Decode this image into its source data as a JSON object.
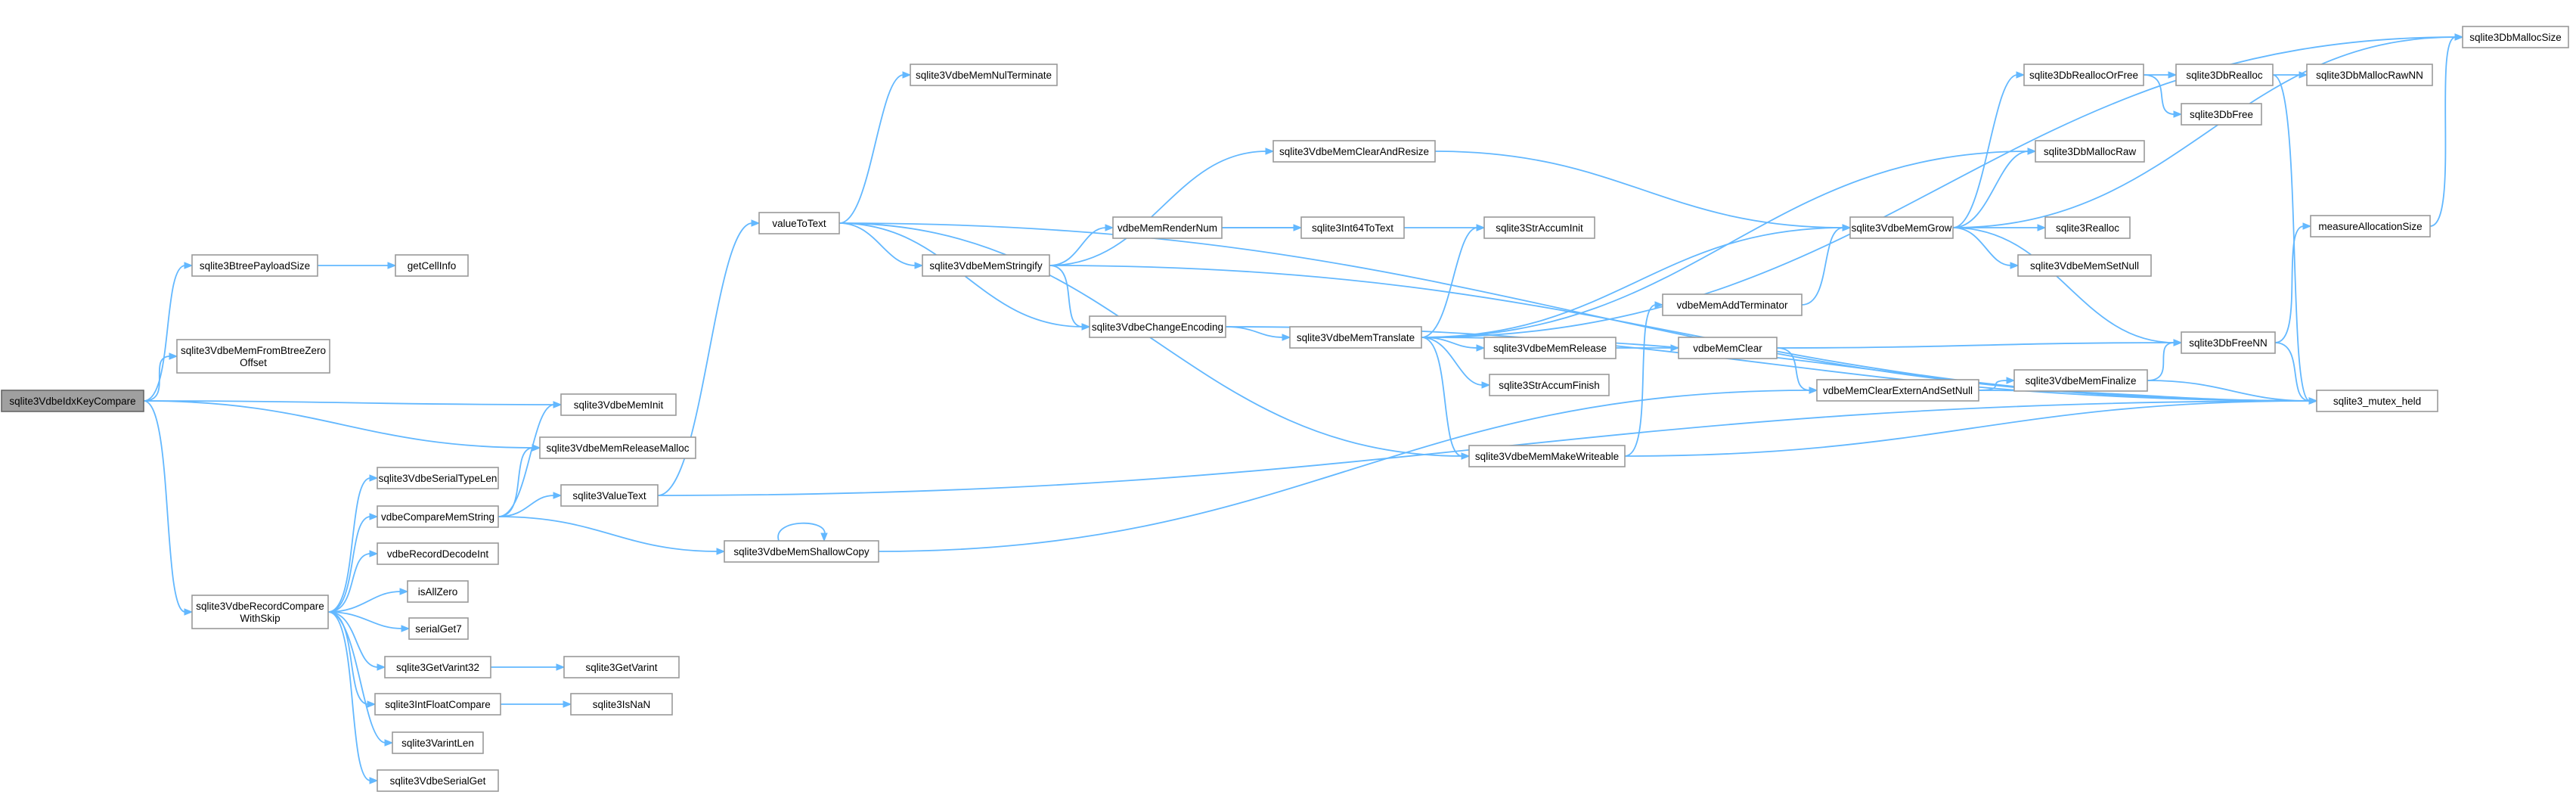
{
  "graph": {
    "title": "",
    "colors": {
      "edge": "#63b8ff",
      "node_border": "#999999",
      "root_fill": "#a0a0a0",
      "node_fill": "#ffffff"
    },
    "nodes": [
      {
        "id": "root",
        "lines": [
          "sqlite3VdbeIdxKeyCompare"
        ],
        "root": true
      },
      {
        "id": "btreePayloadSize",
        "lines": [
          "sqlite3BtreePayloadSize"
        ]
      },
      {
        "id": "getCellInfo",
        "lines": [
          "getCellInfo"
        ]
      },
      {
        "id": "memFromBtreeZero",
        "lines": [
          "sqlite3VdbeMemFromBtreeZero",
          "Offset"
        ]
      },
      {
        "id": "memInit",
        "lines": [
          "sqlite3VdbeMemInit"
        ]
      },
      {
        "id": "memReleaseMalloc",
        "lines": [
          "sqlite3VdbeMemReleaseMalloc"
        ]
      },
      {
        "id": "recordCompare",
        "lines": [
          "sqlite3VdbeRecordCompare",
          "WithSkip"
        ]
      },
      {
        "id": "serialTypeLen",
        "lines": [
          "sqlite3VdbeSerialTypeLen"
        ]
      },
      {
        "id": "compareMemString",
        "lines": [
          "vdbeCompareMemString"
        ]
      },
      {
        "id": "recordDecodeInt",
        "lines": [
          "vdbeRecordDecodeInt"
        ]
      },
      {
        "id": "isAllZero",
        "lines": [
          "isAllZero"
        ]
      },
      {
        "id": "serialGet7",
        "lines": [
          "serialGet7"
        ]
      },
      {
        "id": "getVarint32",
        "lines": [
          "sqlite3GetVarint32"
        ]
      },
      {
        "id": "getVarint",
        "lines": [
          "sqlite3GetVarint"
        ]
      },
      {
        "id": "intFloatCompare",
        "lines": [
          "sqlite3IntFloatCompare"
        ]
      },
      {
        "id": "isNaN",
        "lines": [
          "sqlite3IsNaN"
        ]
      },
      {
        "id": "varintLen",
        "lines": [
          "sqlite3VarintLen"
        ]
      },
      {
        "id": "serialGet",
        "lines": [
          "sqlite3VdbeSerialGet"
        ]
      },
      {
        "id": "valueText",
        "lines": [
          "sqlite3ValueText"
        ]
      },
      {
        "id": "valueToText",
        "lines": [
          "valueToText"
        ]
      },
      {
        "id": "nulTerminate",
        "lines": [
          "sqlite3VdbeMemNulTerminate"
        ]
      },
      {
        "id": "memStringify",
        "lines": [
          "sqlite3VdbeMemStringify"
        ]
      },
      {
        "id": "changeEncoding",
        "lines": [
          "sqlite3VdbeChangeEncoding"
        ]
      },
      {
        "id": "shallowCopy",
        "lines": [
          "sqlite3VdbeMemShallowCopy"
        ]
      },
      {
        "id": "clearAndResize",
        "lines": [
          "sqlite3VdbeMemClearAndResize"
        ]
      },
      {
        "id": "renderNum",
        "lines": [
          "vdbeMemRenderNum"
        ]
      },
      {
        "id": "int64ToText",
        "lines": [
          "sqlite3Int64ToText"
        ]
      },
      {
        "id": "memTranslate",
        "lines": [
          "sqlite3VdbeMemTranslate"
        ]
      },
      {
        "id": "strAccumInit",
        "lines": [
          "sqlite3StrAccumInit"
        ]
      },
      {
        "id": "memRelease",
        "lines": [
          "sqlite3VdbeMemRelease"
        ]
      },
      {
        "id": "strAccumFinish",
        "lines": [
          "sqlite3StrAccumFinish"
        ]
      },
      {
        "id": "makeWriteable",
        "lines": [
          "sqlite3VdbeMemMakeWriteable"
        ]
      },
      {
        "id": "addTerminator",
        "lines": [
          "vdbeMemAddTerminator"
        ]
      },
      {
        "id": "memClear",
        "lines": [
          "vdbeMemClear"
        ]
      },
      {
        "id": "clearExternAndSetNull",
        "lines": [
          "vdbeMemClearExternAndSetNull"
        ]
      },
      {
        "id": "memGrow",
        "lines": [
          "sqlite3VdbeMemGrow"
        ]
      },
      {
        "id": "dbReallocOrFree",
        "lines": [
          "sqlite3DbReallocOrFree"
        ]
      },
      {
        "id": "dbRealloc",
        "lines": [
          "sqlite3DbRealloc"
        ]
      },
      {
        "id": "dbMallocRawNN",
        "lines": [
          "sqlite3DbMallocRawNN"
        ]
      },
      {
        "id": "dbFree",
        "lines": [
          "sqlite3DbFree"
        ]
      },
      {
        "id": "dbMallocRaw",
        "lines": [
          "sqlite3DbMallocRaw"
        ]
      },
      {
        "id": "realloc",
        "lines": [
          "sqlite3Realloc"
        ]
      },
      {
        "id": "memSetNull",
        "lines": [
          "sqlite3VdbeMemSetNull"
        ]
      },
      {
        "id": "memFinalize",
        "lines": [
          "sqlite3VdbeMemFinalize"
        ]
      },
      {
        "id": "dbFreeNN",
        "lines": [
          "sqlite3DbFreeNN"
        ]
      },
      {
        "id": "measureAllocationSize",
        "lines": [
          "measureAllocationSize"
        ]
      },
      {
        "id": "dbMallocSize",
        "lines": [
          "sqlite3DbMallocSize"
        ]
      },
      {
        "id": "mutexHeld",
        "lines": [
          "sqlite3_mutex_held"
        ]
      }
    ],
    "edges": [
      [
        "root",
        "btreePayloadSize"
      ],
      [
        "root",
        "memFromBtreeZero"
      ],
      [
        "root",
        "memInit"
      ],
      [
        "root",
        "memReleaseMalloc"
      ],
      [
        "root",
        "recordCompare"
      ],
      [
        "btreePayloadSize",
        "getCellInfo"
      ],
      [
        "recordCompare",
        "serialTypeLen"
      ],
      [
        "recordCompare",
        "compareMemString"
      ],
      [
        "recordCompare",
        "recordDecodeInt"
      ],
      [
        "recordCompare",
        "isAllZero"
      ],
      [
        "recordCompare",
        "serialGet7"
      ],
      [
        "recordCompare",
        "getVarint32"
      ],
      [
        "recordCompare",
        "intFloatCompare"
      ],
      [
        "recordCompare",
        "varintLen"
      ],
      [
        "recordCompare",
        "serialGet"
      ],
      [
        "getVarint32",
        "getVarint"
      ],
      [
        "intFloatCompare",
        "isNaN"
      ],
      [
        "compareMemString",
        "memInit"
      ],
      [
        "compareMemString",
        "memReleaseMalloc"
      ],
      [
        "compareMemString",
        "valueText"
      ],
      [
        "compareMemString",
        "shallowCopy"
      ],
      [
        "valueText",
        "valueToText"
      ],
      [
        "valueText",
        "mutexHeld"
      ],
      [
        "valueToText",
        "nulTerminate"
      ],
      [
        "valueToText",
        "memStringify"
      ],
      [
        "valueToText",
        "changeEncoding"
      ],
      [
        "valueToText",
        "makeWriteable"
      ],
      [
        "valueToText",
        "mutexHeld"
      ],
      [
        "memStringify",
        "clearAndResize"
      ],
      [
        "memStringify",
        "renderNum"
      ],
      [
        "memStringify",
        "changeEncoding"
      ],
      [
        "memStringify",
        "mutexHeld"
      ],
      [
        "renderNum",
        "int64ToText"
      ],
      [
        "renderNum",
        "strAccumInit"
      ],
      [
        "changeEncoding",
        "memTranslate"
      ],
      [
        "changeEncoding",
        "mutexHeld"
      ],
      [
        "shallowCopy",
        "shallowCopy"
      ],
      [
        "shallowCopy",
        "clearExternAndSetNull"
      ],
      [
        "clearAndResize",
        "memGrow"
      ],
      [
        "memTranslate",
        "strAccumInit"
      ],
      [
        "memTranslate",
        "memRelease"
      ],
      [
        "memTranslate",
        "strAccumFinish"
      ],
      [
        "memTranslate",
        "makeWriteable"
      ],
      [
        "memTranslate",
        "memGrow"
      ],
      [
        "memTranslate",
        "dbMallocRaw"
      ],
      [
        "memTranslate",
        "dbMallocSize"
      ],
      [
        "memTranslate",
        "mutexHeld"
      ],
      [
        "memRelease",
        "memClear"
      ],
      [
        "makeWriteable",
        "addTerminator"
      ],
      [
        "makeWriteable",
        "mutexHeld"
      ],
      [
        "addTerminator",
        "memGrow"
      ],
      [
        "memClear",
        "clearExternAndSetNull"
      ],
      [
        "memClear",
        "dbFreeNN"
      ],
      [
        "clearExternAndSetNull",
        "memFinalize"
      ],
      [
        "clearExternAndSetNull",
        "mutexHeld"
      ],
      [
        "memFinalize",
        "dbFreeNN"
      ],
      [
        "memFinalize",
        "mutexHeld"
      ],
      [
        "memGrow",
        "dbReallocOrFree"
      ],
      [
        "memGrow",
        "dbMallocRaw"
      ],
      [
        "memGrow",
        "realloc"
      ],
      [
        "memGrow",
        "memSetNull"
      ],
      [
        "memGrow",
        "dbFreeNN"
      ],
      [
        "memGrow",
        "dbMallocSize"
      ],
      [
        "dbReallocOrFree",
        "dbRealloc"
      ],
      [
        "dbReallocOrFree",
        "dbFree"
      ],
      [
        "dbRealloc",
        "dbMallocRawNN"
      ],
      [
        "dbRealloc",
        "mutexHeld"
      ],
      [
        "dbFreeNN",
        "measureAllocationSize"
      ],
      [
        "dbFreeNN",
        "mutexHeld"
      ],
      [
        "measureAllocationSize",
        "dbMallocSize"
      ]
    ]
  }
}
